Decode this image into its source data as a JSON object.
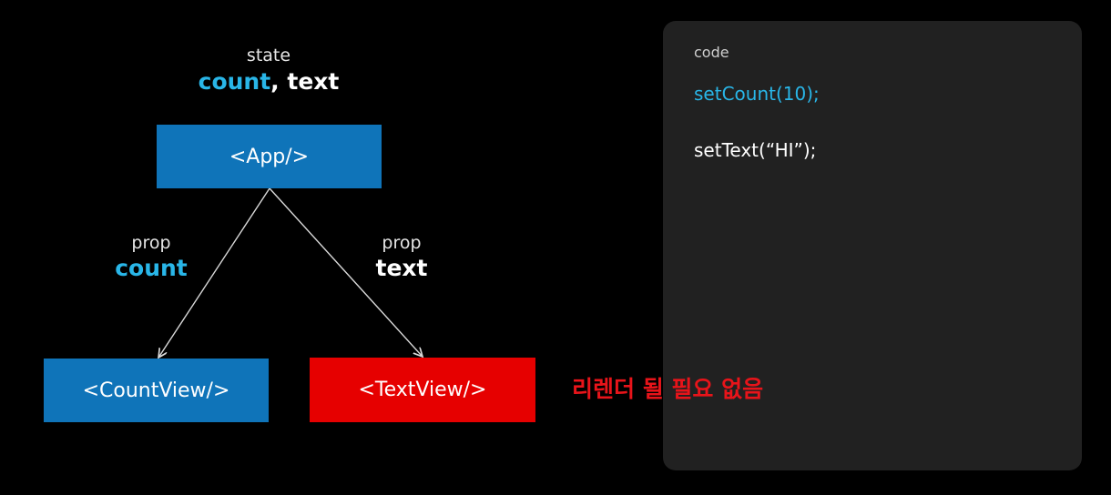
{
  "state": {
    "caption": "state",
    "highlight": "count",
    "rest": ", text"
  },
  "components": {
    "app": "<App/>",
    "count_view": "<CountView/>",
    "text_view": "<TextView/>"
  },
  "props": {
    "left": {
      "caption": "prop",
      "value": "count"
    },
    "right": {
      "caption": "prop",
      "value": "text"
    }
  },
  "note": "리렌더 될 필요 없음",
  "code": {
    "caption": "code",
    "line_1": "setCount(10);",
    "line_2": "setText(“HI”);"
  },
  "colors": {
    "accent": "#29b6e8",
    "component_blue": "#0f74b9",
    "component_red": "#e60000",
    "note_red": "#e8141a",
    "panel": "#212121"
  }
}
